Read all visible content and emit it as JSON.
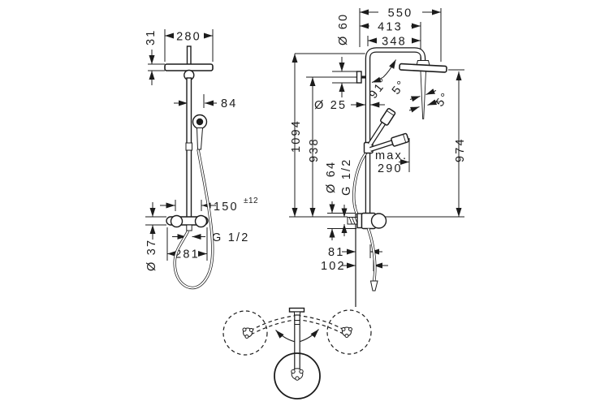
{
  "colors": {
    "ink": "#1c1c1c",
    "background": "#ffffff"
  },
  "front_view": {
    "head_height": "31",
    "head_width": "280",
    "hand_shower_offset": "84",
    "supply_distance": "150",
    "supply_tolerance": "±12",
    "hose_outlet_thread": "G 1/2",
    "valve_body_diameter": "Ø 37",
    "valve_width": "281"
  },
  "side_view": {
    "depth_overall": "550",
    "depth_arm": "413",
    "depth_head_center": "348",
    "wall_flange_diameter": "Ø 60",
    "pipe_diameter": "Ø 25",
    "height_pipe_top": "1094",
    "height_wall_bracket": "938",
    "height_head": "974",
    "arm_angle": "91°",
    "head_tilt_upper": "5°",
    "head_tilt_lower": "5°",
    "hand_shower_reach_prefix": "max.",
    "hand_shower_reach_value": "290",
    "supply_escutcheon_diameter": "Ø 64",
    "supply_thread": "G 1/2",
    "wall_to_pipe": "81",
    "wall_to_hose": "102"
  }
}
